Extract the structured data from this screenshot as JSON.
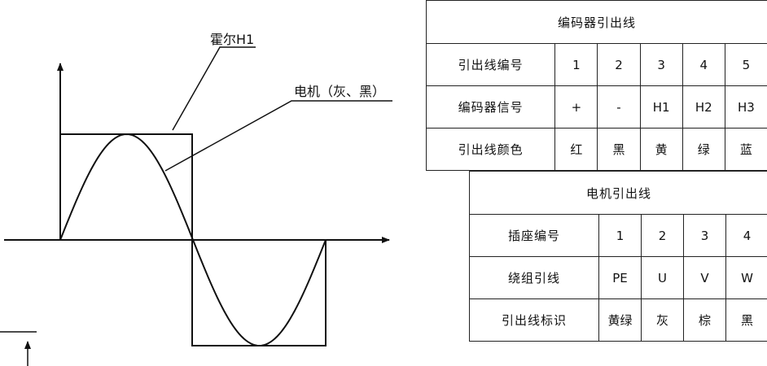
{
  "diagram": {
    "hall_label": "霍尔H1",
    "motor_label": "电机（灰、黑）"
  },
  "encoder_table": {
    "title": "编码器引出线",
    "rows": [
      {
        "label": "引出线编号",
        "cells": [
          "1",
          "2",
          "3",
          "4",
          "5"
        ]
      },
      {
        "label": "编码器信号",
        "cells": [
          "+",
          "-",
          "H1",
          "H2",
          "H3"
        ]
      },
      {
        "label": "引出线颜色",
        "cells": [
          "红",
          "黑",
          "黄",
          "绿",
          "蓝"
        ]
      }
    ]
  },
  "motor_table": {
    "title": "电机引出线",
    "rows": [
      {
        "label": "插座编号",
        "cells": [
          "1",
          "2",
          "3",
          "4"
        ]
      },
      {
        "label": "绕组引线",
        "cells": [
          "PE",
          "U",
          "V",
          "W"
        ]
      },
      {
        "label": "引出线标识",
        "cells": [
          "黄绿",
          "灰",
          "棕",
          "黑"
        ]
      }
    ]
  }
}
